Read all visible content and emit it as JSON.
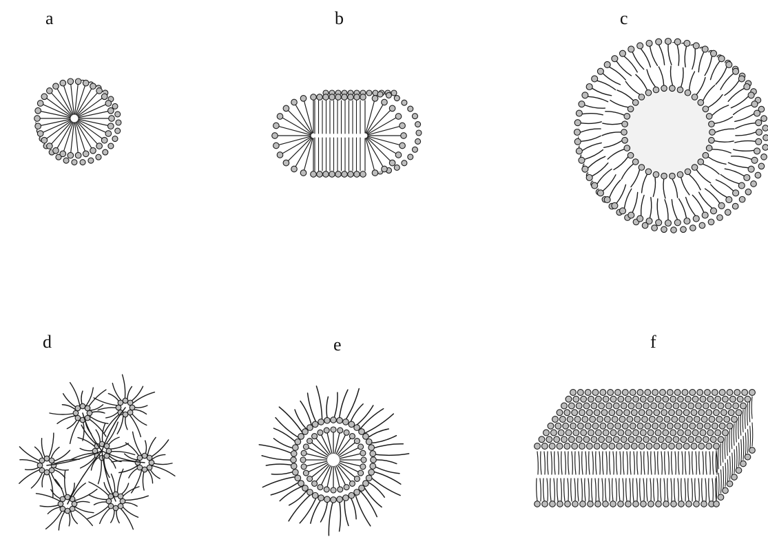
{
  "panels": [
    {
      "label": "a",
      "structure_icon": "spherical-micelle-icon"
    },
    {
      "label": "b",
      "structure_icon": "cylindrical-micelle-icon"
    },
    {
      "label": "c",
      "structure_icon": "vesicle-icon"
    },
    {
      "label": "d",
      "structure_icon": "micelle-network-icon"
    },
    {
      "label": "e",
      "structure_icon": "reverse-micelle-icon"
    },
    {
      "label": "f",
      "structure_icon": "planar-bilayer-icon"
    }
  ],
  "colors": {
    "line": "#1a1a1a",
    "head_fill": "#bdbdbd",
    "core_fill": "#f2f2f2",
    "background": "#ffffff"
  }
}
